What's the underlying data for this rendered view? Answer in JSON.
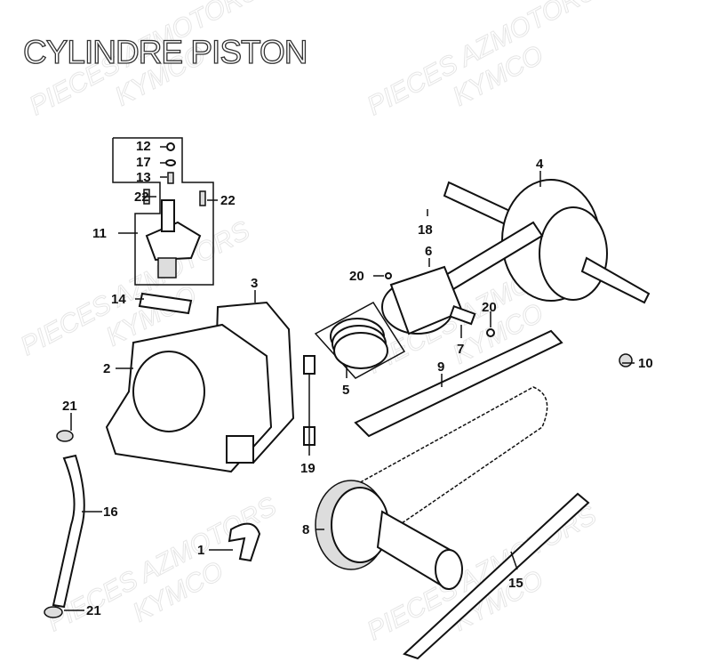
{
  "title": "CYLINDRE PISTON",
  "watermark": {
    "line1": "PIECES AZMOTORS",
    "line2": "KYMCO"
  },
  "labels": {
    "l12": "12",
    "l17": "17",
    "l13": "13",
    "l22a": "22",
    "l22b": "22",
    "l11": "11",
    "l4": "4",
    "l18": "18",
    "l6": "6",
    "l20a": "20",
    "l20b": "20",
    "l14": "14",
    "l3": "3",
    "l2": "2",
    "l5": "5",
    "l7": "7",
    "l9": "9",
    "l10": "10",
    "l21a": "21",
    "l19": "19",
    "l16": "16",
    "l8": "8",
    "l1": "1",
    "l15": "15",
    "l21b": "21"
  }
}
